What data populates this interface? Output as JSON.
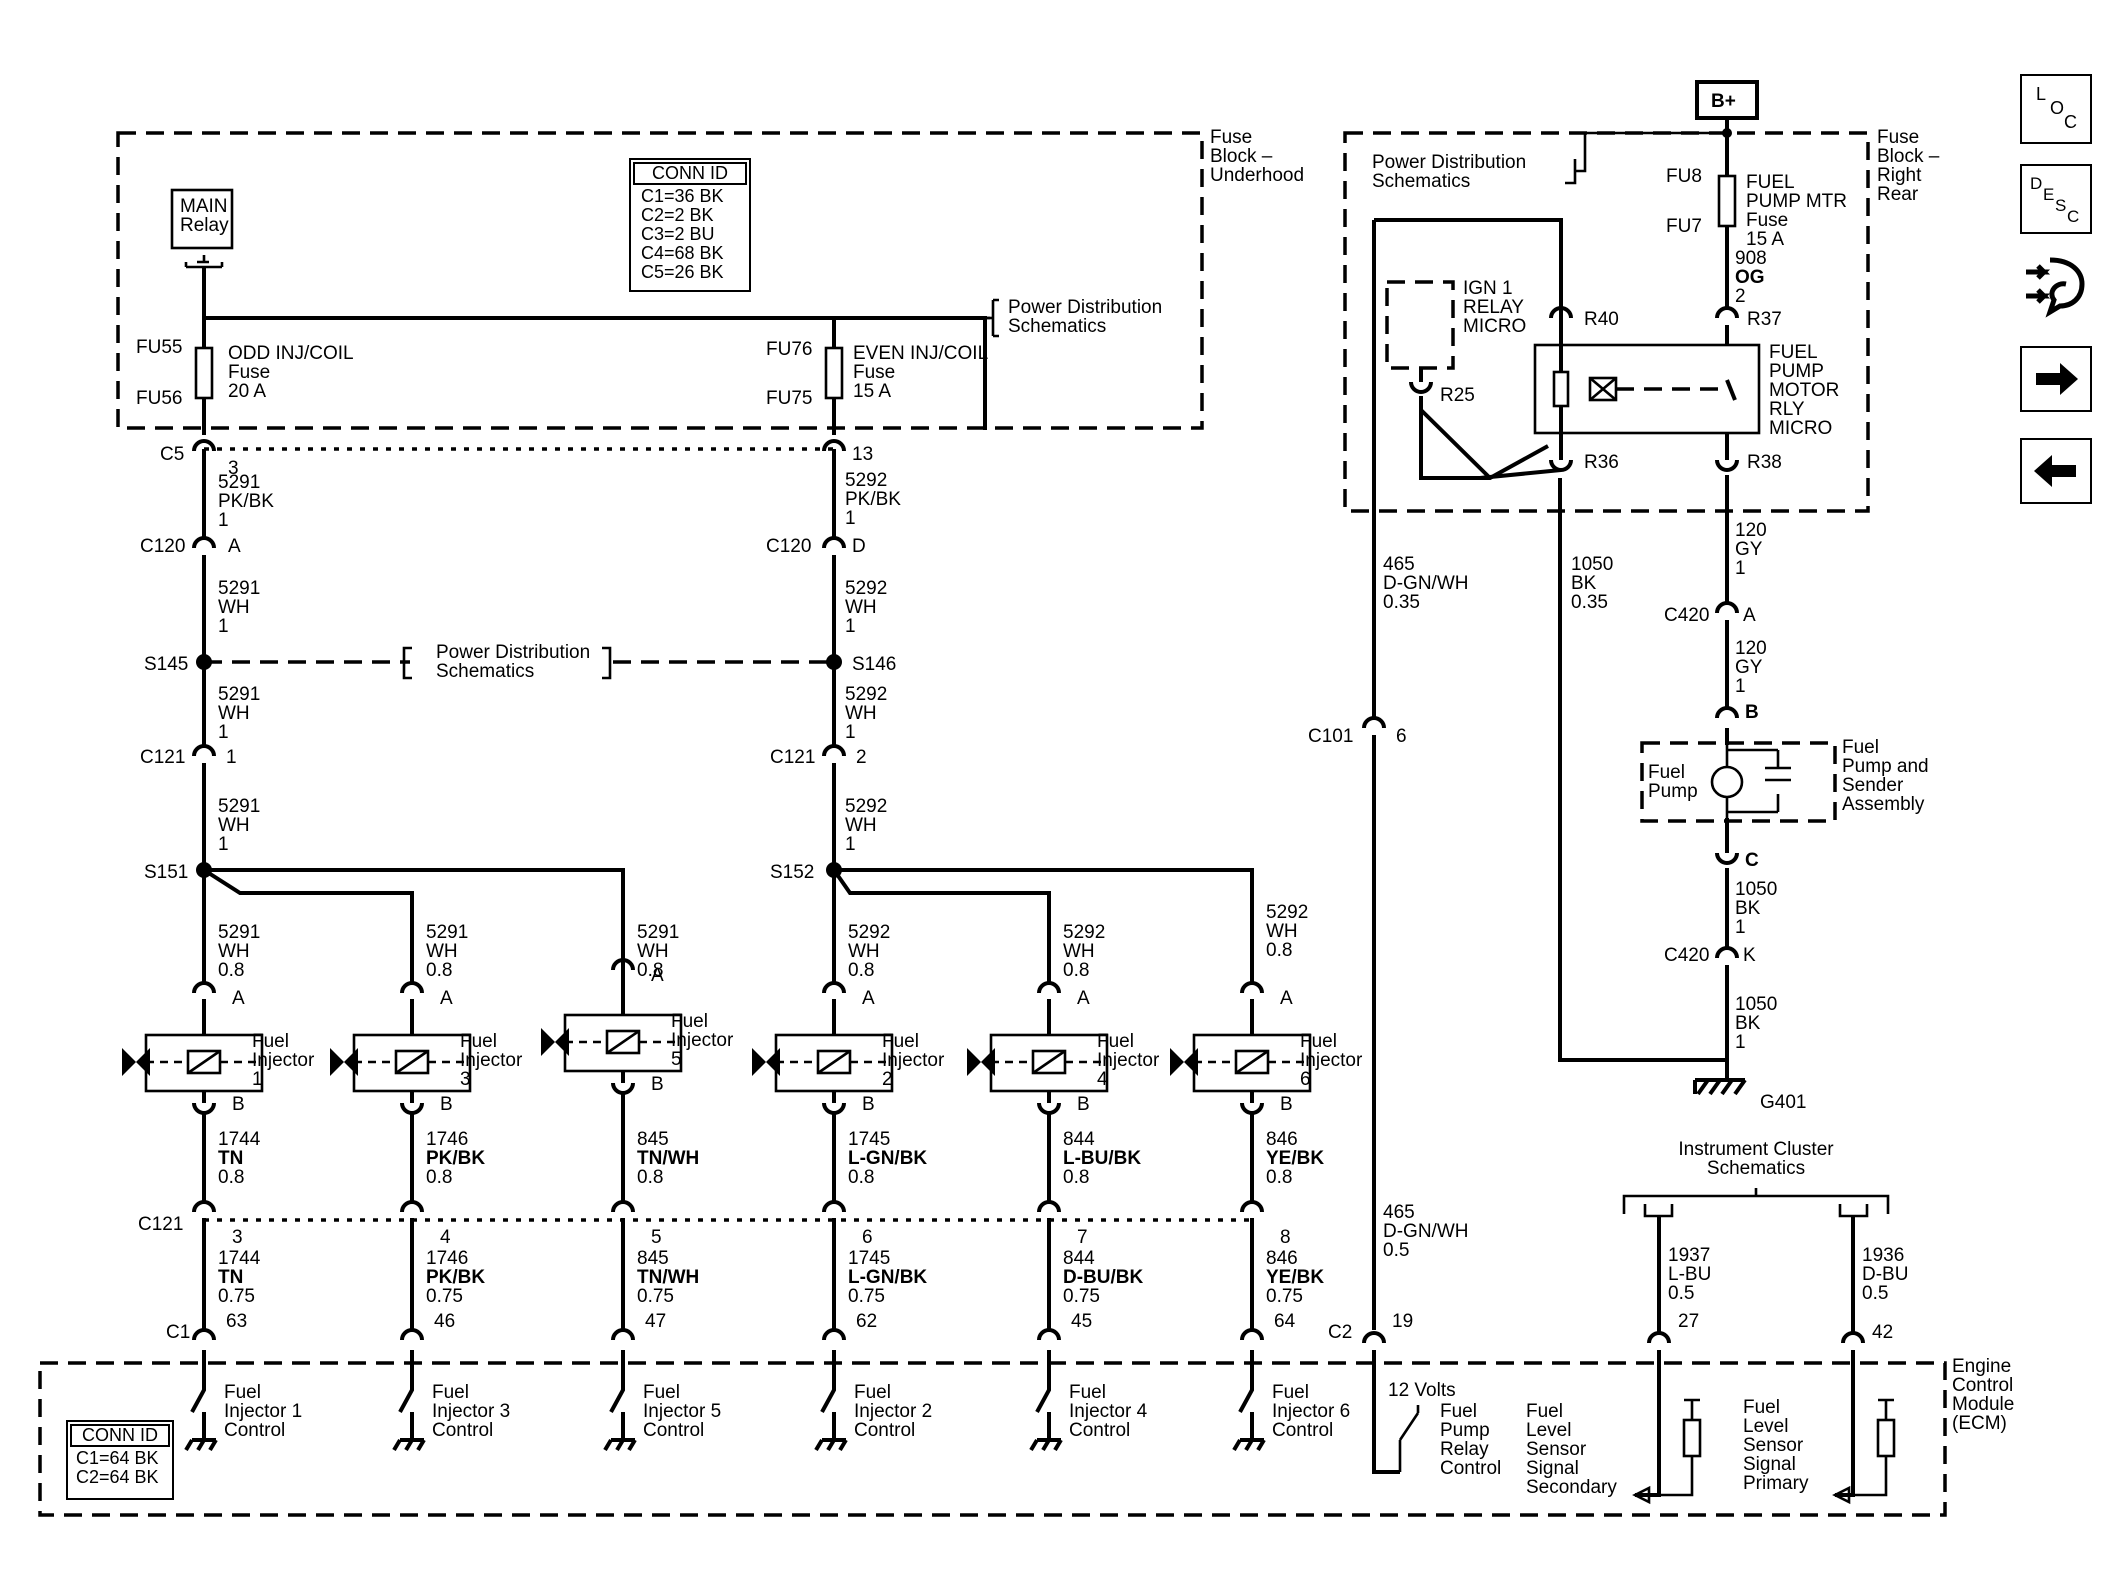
{
  "nav": {
    "loc": "LOC",
    "desc": "DESC",
    "items": [
      "loc-button",
      "desc-button",
      "flow-button",
      "next-button",
      "prev-button"
    ]
  },
  "labels": {
    "fuse_block_underhood": [
      "Fuse",
      "Block –",
      "Underhood"
    ],
    "fuse_block_right_rear": [
      "Fuse",
      "Block –",
      "Right",
      "Rear"
    ],
    "main_relay": [
      "MAIN",
      "Relay"
    ],
    "conn_id_top": {
      "title": "CONN ID",
      "lines": [
        "C1=36 BK",
        "C2=2 BK",
        "C3=2 BU",
        "C4=68 BK",
        "C5=26 BK"
      ]
    },
    "conn_id_bottom": {
      "title": "CONN ID",
      "lines": [
        "C1=64 BK",
        "C2=64 BK"
      ]
    },
    "power_dist_1": [
      "Power Distribution",
      "Schematics"
    ],
    "power_dist_2": [
      "Power Distribution",
      "Schematics"
    ],
    "power_dist_3": [
      "Power Distribution",
      "Schematics"
    ],
    "b_plus": "B+",
    "odd_fuse": [
      "ODD INJ/COIL",
      "Fuse",
      "20 A"
    ],
    "even_fuse": [
      "EVEN INJ/COIL",
      "Fuse",
      "15 A"
    ],
    "fu55": "FU55",
    "fu56": "FU56",
    "fu76": "FU76",
    "fu75": "FU75",
    "fu8": "FU8",
    "fu7": "FU7",
    "fuel_pump_fuse": [
      "FUEL",
      "PUMP MTR",
      "Fuse",
      "15 A"
    ],
    "wire_908": [
      "908",
      "OG",
      "2"
    ],
    "r37": "R37",
    "r38": "R38",
    "r40": "R40",
    "r36": "R36",
    "r25": "R25",
    "ign_relay": [
      "IGN 1",
      "RELAY",
      "MICRO"
    ],
    "fpm_relay": [
      "FUEL",
      "PUMP",
      "MOTOR",
      "RLY",
      "MICRO"
    ],
    "c5": "C5",
    "c5_3": "3",
    "c5_13": "13",
    "w5291_pkbk": [
      "5291",
      "PK/BK",
      "1"
    ],
    "w5292_pkbk": [
      "5292",
      "PK/BK",
      "1"
    ],
    "c120_l": "C120",
    "c120_a": "A",
    "c120_r": "C120",
    "c120_d": "D",
    "w5291_wh_a": [
      "5291",
      "WH",
      "1"
    ],
    "w5292_wh_a": [
      "5292",
      "WH",
      "1"
    ],
    "s145": "S145",
    "s146": "S146",
    "w5291_wh_b": [
      "5291",
      "WH",
      "1"
    ],
    "w5292_wh_b": [
      "5292",
      "WH",
      "1"
    ],
    "c121_1l": "C121",
    "c121_1": "1",
    "c121_2l": "C121",
    "c121_2": "2",
    "w5291_wh_c": [
      "5291",
      "WH",
      "1"
    ],
    "w5292_wh_c": [
      "5292",
      "WH",
      "1"
    ],
    "s151": "S151",
    "s152": "S152",
    "w_465a": [
      "465",
      "D-GN/WH",
      "0.35"
    ],
    "w_1050a": [
      "1050",
      "BK",
      "0.35"
    ],
    "w_120a": [
      "120",
      "GY",
      "1"
    ],
    "c420_a_l": "C420",
    "c420_a": "A",
    "w_120b": [
      "120",
      "GY",
      "1"
    ],
    "c101": "C101",
    "c101_6": "6",
    "pump_b": "B",
    "pump_c": "C",
    "fuel_pump": [
      "Fuel",
      "Pump"
    ],
    "fuel_pump_assy": [
      "Fuel",
      "Pump and",
      "Sender",
      "Assembly"
    ],
    "w_1050b": [
      "1050",
      "BK",
      "1"
    ],
    "c420_k_l": "C420",
    "c420_k": "K",
    "w_1050c": [
      "1050",
      "BK",
      "1"
    ],
    "g401": "G401",
    "instr_cluster": [
      "Instrument Cluster",
      "Schematics"
    ],
    "w_465b": [
      "465",
      "D-GN/WH",
      "0.5"
    ],
    "w_1937": [
      "1937",
      "L-BU",
      "0.5"
    ],
    "w_1936": [
      "1936",
      "D-BU",
      "0.5"
    ],
    "c2": "C2",
    "c2_19": "19",
    "c2_27": "27",
    "c2_42": "42",
    "c121_bot": "C121",
    "c1": "C1",
    "ecm": [
      "Engine",
      "Control",
      "Module",
      "(ECM)"
    ],
    "twelve_volts": "12 Volts",
    "fp_relay_ctrl": [
      "Fuel",
      "Pump",
      "Relay",
      "Control"
    ],
    "level_secondary": [
      "Fuel",
      "Level",
      "Sensor",
      "Signal",
      "Secondary"
    ],
    "level_primary": [
      "Fuel",
      "Level",
      "Sensor",
      "Signal",
      "Primary"
    ]
  },
  "injectors": [
    {
      "name": "Fuel Injector 1",
      "num": "1",
      "top": [
        "5291",
        "WH",
        "0.8"
      ],
      "a": "A",
      "b": "B",
      "mid": [
        "1744",
        "TN",
        "0.8"
      ],
      "c121": "3",
      "low": [
        "1744",
        "TN",
        "0.75"
      ],
      "pin": "63",
      "ctrl": [
        "Fuel",
        "Injector 1",
        "Control"
      ]
    },
    {
      "name": "Fuel Injector 3",
      "num": "3",
      "top": [
        "5291",
        "WH",
        "0.8"
      ],
      "a": "A",
      "b": "B",
      "mid": [
        "1746",
        "PK/BK",
        "0.8"
      ],
      "c121": "4",
      "low": [
        "1746",
        "PK/BK",
        "0.75"
      ],
      "pin": "46",
      "ctrl": [
        "Fuel",
        "Injector 3",
        "Control"
      ]
    },
    {
      "name": "Fuel Injector 5",
      "num": "5",
      "top": [
        "5291",
        "WH",
        "0.8"
      ],
      "a": "A",
      "b": "B",
      "mid": [
        "845",
        "TN/WH",
        "0.8"
      ],
      "c121": "5",
      "low": [
        "845",
        "TN/WH",
        "0.75"
      ],
      "pin": "47",
      "ctrl": [
        "Fuel",
        "Injector 5",
        "Control"
      ]
    },
    {
      "name": "Fuel Injector 2",
      "num": "2",
      "top": [
        "5292",
        "WH",
        "0.8"
      ],
      "a": "A",
      "b": "B",
      "mid": [
        "1745",
        "L-GN/BK",
        "0.8"
      ],
      "c121": "6",
      "low": [
        "1745",
        "L-GN/BK",
        "0.75"
      ],
      "pin": "62",
      "ctrl": [
        "Fuel",
        "Injector 2",
        "Control"
      ]
    },
    {
      "name": "Fuel Injector 4",
      "num": "4",
      "top": [
        "5292",
        "WH",
        "0.8"
      ],
      "a": "A",
      "b": "B",
      "mid": [
        "844",
        "L-BU/BK",
        "0.8"
      ],
      "c121": "7",
      "low": [
        "844",
        "D-BU/BK",
        "0.75"
      ],
      "pin": "45",
      "ctrl": [
        "Fuel",
        "Injector 4",
        "Control"
      ]
    },
    {
      "name": "Fuel Injector 6",
      "num": "6",
      "top": [
        "5292",
        "WH",
        "0.8"
      ],
      "a": "A",
      "b": "B",
      "mid": [
        "846",
        "YE/BK",
        "0.8"
      ],
      "c121": "8",
      "low": [
        "846",
        "YE/BK",
        "0.75"
      ],
      "pin": "64",
      "ctrl": [
        "Fuel",
        "Injector 6",
        "Control"
      ]
    }
  ],
  "injector_word": [
    "Fuel",
    "Injector"
  ]
}
